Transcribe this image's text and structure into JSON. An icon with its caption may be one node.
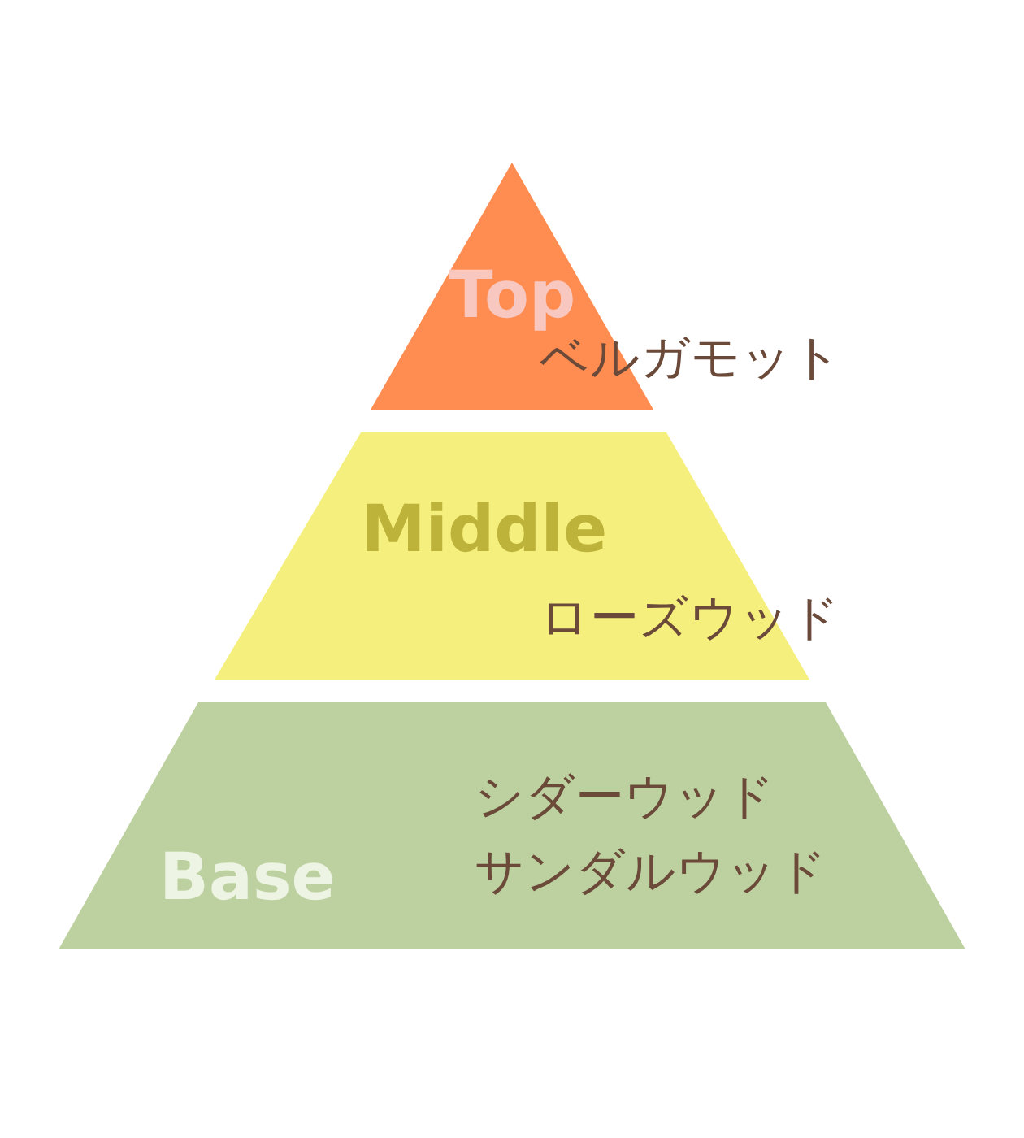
{
  "diagram": {
    "nodes": [
      {
        "text": [
          "Top",
          "ベルガモット"
        ]
      },
      {
        "text": [
          "Middle",
          "ローズウッド"
        ]
      },
      {
        "text": [
          "Base",
          "シダーウッド",
          "サンダルウッド"
        ]
      }
    ]
  }
}
